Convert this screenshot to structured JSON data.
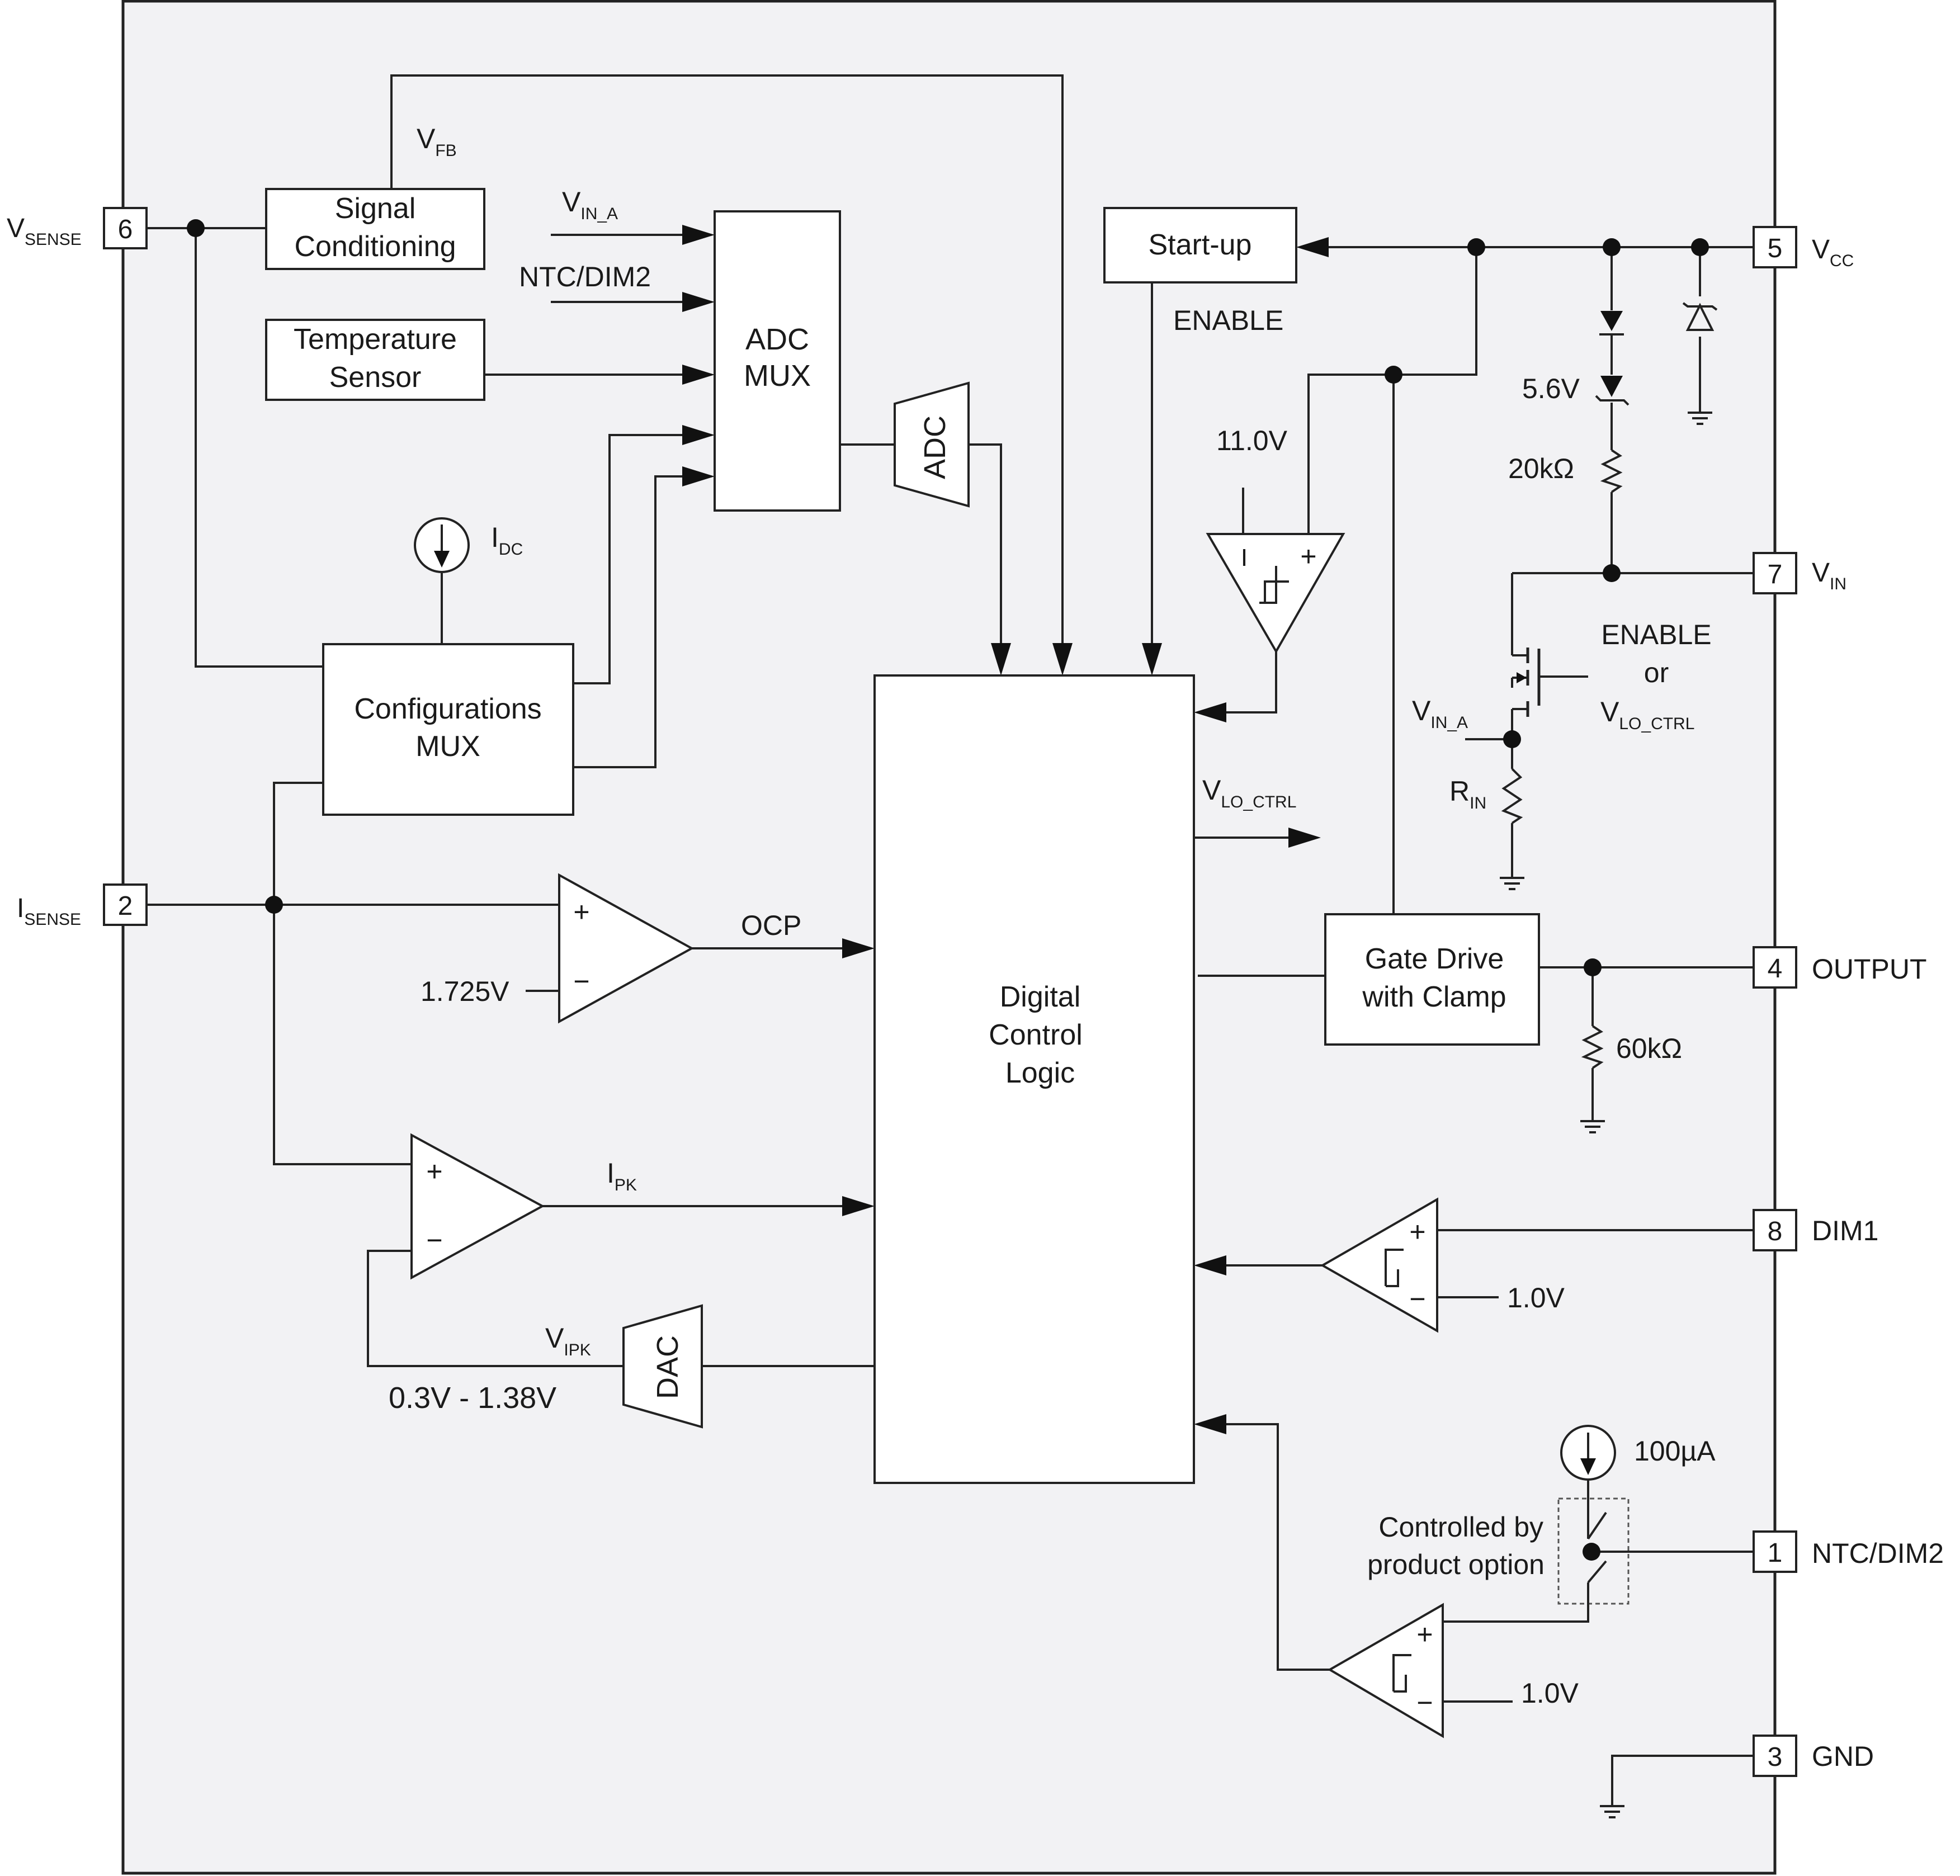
{
  "pins": [
    {
      "id": "vsense",
      "number": "6",
      "name_main": "V",
      "name_sub": "SENSE"
    },
    {
      "id": "isense",
      "number": "2",
      "name_main": "I",
      "name_sub": "SENSE"
    },
    {
      "id": "vcc",
      "number": "5",
      "name_main": "V",
      "name_sub": "CC"
    },
    {
      "id": "vin",
      "number": "7",
      "name_main": "V",
      "name_sub": "IN"
    },
    {
      "id": "output",
      "number": "4",
      "name_main": "OUTPUT",
      "name_sub": ""
    },
    {
      "id": "dim1",
      "number": "8",
      "name_main": "DIM1",
      "name_sub": ""
    },
    {
      "id": "ntc",
      "number": "1",
      "name_main": "NTC/DIM2",
      "name_sub": ""
    },
    {
      "id": "gnd",
      "number": "3",
      "name_main": "GND",
      "name_sub": ""
    }
  ],
  "blocks": {
    "signal_conditioning": [
      "Signal",
      "Conditioning"
    ],
    "temperature_sensor": [
      "Temperature",
      "Sensor"
    ],
    "adc_mux": [
      "ADC",
      "MUX"
    ],
    "adc": "ADC",
    "start_up": "Start-up",
    "configurations_mux": [
      "Configurations",
      "MUX"
    ],
    "digital_control_logic": [
      "Digital",
      "Control",
      "Logic"
    ],
    "gate_drive": [
      "Gate Drive",
      "with Clamp"
    ],
    "dac": "DAC"
  },
  "labels": {
    "vfb": {
      "main": "V",
      "sub": "FB"
    },
    "vin_a_top": {
      "main": "V",
      "sub": "IN_A"
    },
    "ntc_dim2_in": "NTC/DIM2",
    "idc": {
      "main": "I",
      "sub": "DC"
    },
    "enable_top": "ENABLE",
    "v11": "11.0V",
    "v56": "5.6V",
    "r20k": "20kΩ",
    "enable_or": [
      "ENABLE",
      "or"
    ],
    "vlo_ctrl_right": {
      "main": "V",
      "sub": "LO_CTRL"
    },
    "vin_a_mid": {
      "main": "V",
      "sub": "IN_A"
    },
    "rin": {
      "main": "R",
      "sub": "IN"
    },
    "vlo_ctrl_mid": {
      "main": "V",
      "sub": "LO_CTRL"
    },
    "ocp": "OCP",
    "v1725": "1.725V",
    "r60k": "60kΩ",
    "ipk": {
      "main": "I",
      "sub": "PK"
    },
    "v10_dim1": "1.0V",
    "vipk": {
      "main": "V",
      "sub": "IPK"
    },
    "vipk_range": "0.3V - 1.38V",
    "i100u": "100µA",
    "controlled_by": [
      "Controlled by",
      "product option"
    ],
    "v10_ntc": "1.0V",
    "plus": "+",
    "minus": "−",
    "i_mark": "I"
  }
}
